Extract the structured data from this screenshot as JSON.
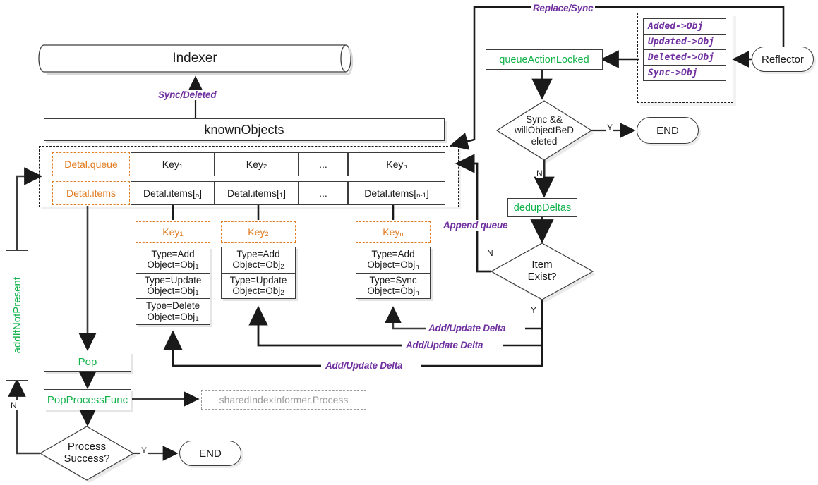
{
  "diagram": {
    "title": "client-go DeltaFIFO / Informer flow",
    "colors": {
      "accent_purple": "#7030a0",
      "accent_orange": "#e07b1f",
      "accent_green": "#12b24b",
      "line": "#1a1a1a",
      "muted": "#9a9a9a"
    }
  },
  "nodes": {
    "indexer": "Indexer",
    "known_objects": "knownObjects",
    "pop": "Pop",
    "pop_process_func": "PopProcessFunc",
    "shared_index_informer": "sharedIndexInformer.Process",
    "add_if_not_present": "addIfNotPresent",
    "queue_action_locked": "queueActionLocked",
    "dedup_deltas": "dedupDeltas",
    "reflector": "Reflector",
    "end_top": "END",
    "end_bottom": "END"
  },
  "decisions": {
    "sync_will_delete": "Sync && willObjectBeDeleted",
    "sync_will_delete_lines": [
      "Sync &&",
      "willObjectBeD",
      "eleted"
    ],
    "item_exist": "Item Exist?",
    "item_exist_lines": [
      "Item",
      "Exist?"
    ],
    "process_success": "Process Success?",
    "process_success_lines": [
      "Process",
      "Success?"
    ]
  },
  "delta_table": {
    "row_labels": [
      "Detal.queue",
      "Detal.items"
    ],
    "queue_cells": [
      "Key1",
      "Key2",
      "...",
      "Keyn"
    ],
    "queue_cells_parts": [
      {
        "base": "Key",
        "sub": "1"
      },
      {
        "base": "Key",
        "sub": "2"
      },
      {
        "base": "...",
        "sub": ""
      },
      {
        "base": "Key",
        "sub": "n"
      }
    ],
    "items_cells": [
      "Detal.items[o]",
      "Detal.items[1]",
      "...",
      "Detal.items[n-1]"
    ],
    "items_cells_parts": [
      {
        "base": "Detal.items[",
        "sub": "o",
        "tail": "]"
      },
      {
        "base": "Detal.items[",
        "sub": "1",
        "tail": "]"
      },
      {
        "base": "...",
        "sub": "",
        "tail": ""
      },
      {
        "base": "Detal.items[",
        "sub": "n-1",
        "tail": "]"
      }
    ]
  },
  "key_stacks": [
    {
      "header": "Key1",
      "header_base": "Key",
      "header_sub": "1",
      "deltas": [
        {
          "type": "Type=Add",
          "object": "Object=Obj",
          "object_sub": "1"
        },
        {
          "type": "Type=Update",
          "object": "Object=Obj",
          "object_sub": "1"
        },
        {
          "type": "Type=Delete",
          "object": "Object=Obj",
          "object_sub": "1"
        }
      ]
    },
    {
      "header": "Key2",
      "header_base": "Key",
      "header_sub": "2",
      "deltas": [
        {
          "type": "Type=Add",
          "object": "Object=Obj",
          "object_sub": "2"
        },
        {
          "type": "Type=Update",
          "object": "Object=Obj",
          "object_sub": "2"
        }
      ]
    },
    {
      "header": "Keyn",
      "header_base": "Key",
      "header_sub": "n",
      "deltas": [
        {
          "type": "Type=Add",
          "object": "Object=Obj",
          "object_sub": "n"
        },
        {
          "type": "Type=Sync",
          "object": "Object=Obj",
          "object_sub": "n"
        }
      ]
    }
  ],
  "delta_types": [
    "Added->Obj",
    "Updated->Obj",
    "Deleted->Obj",
    "Sync->Obj"
  ],
  "edge_labels": {
    "replace_sync": "Replace/Sync",
    "sync_deleted": "Sync/Deleted",
    "append_queue": "Append queue",
    "add_update_delta_1": "Add/Update Delta",
    "add_update_delta_2": "Add/Update Delta",
    "add_update_delta_3": "Add/Update Delta"
  },
  "branch_labels": {
    "sync_yes": "Y",
    "sync_no": "N",
    "item_no": "N",
    "item_yes": "Y",
    "process_yes": "Y",
    "process_no": "N"
  }
}
